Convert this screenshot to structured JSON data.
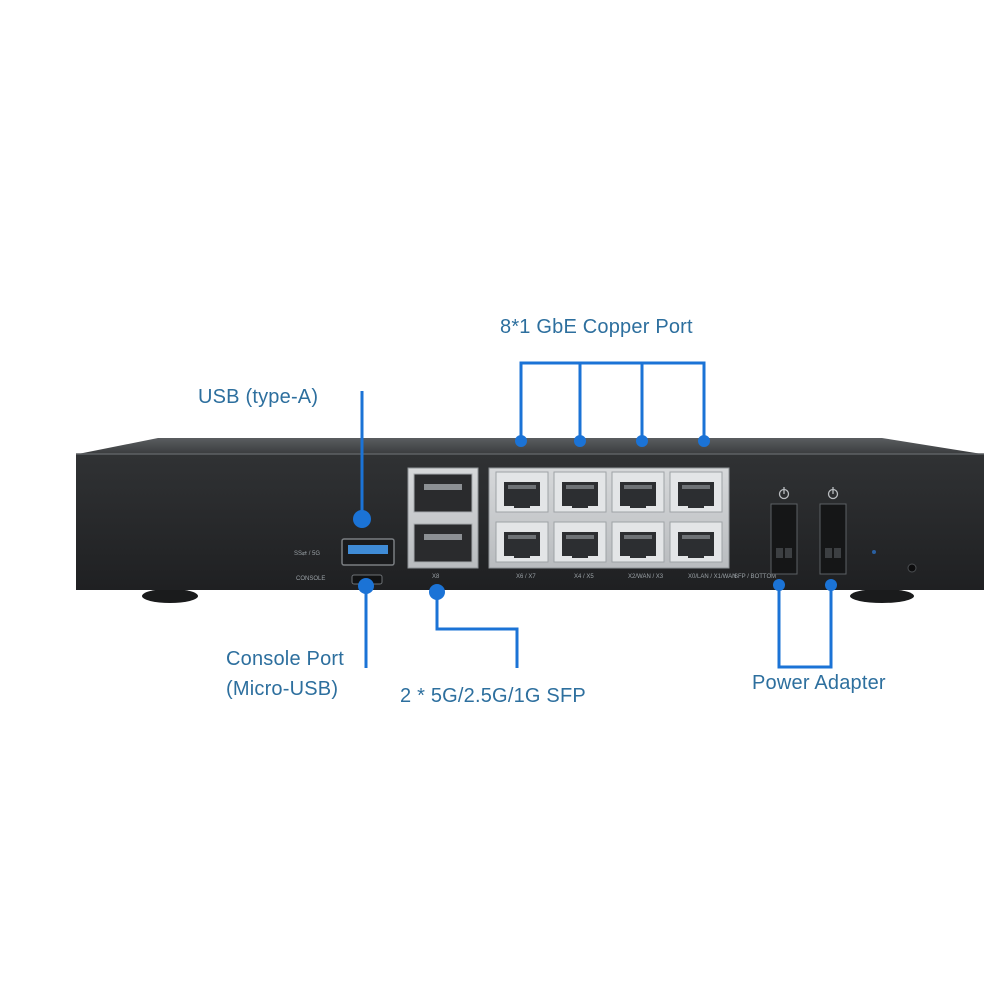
{
  "colors": {
    "callout_text": "#2d6f9e",
    "leader_line": "#1b73d6",
    "chassis": "#2b2d2f",
    "chassis_top": "#4a4d50",
    "port_panel": "#c9cbcd"
  },
  "callouts": {
    "copper": "8*1 GbE Copper Port",
    "usb": "USB (type-A)",
    "console_line1": "Console Port",
    "console_line2": "(Micro-USB)",
    "sfp": "2 * 5G/2.5G/1G SFP",
    "power": "Power Adapter"
  },
  "device_labels": {
    "usb_mark": "SS⇄ / 5G",
    "console_mark": "CONSOLE",
    "sfp_mark": "X8",
    "port_col1": "X6 / X7",
    "port_col2": "X4 / X5",
    "port_col3": "X2/WAN / X3",
    "port_col4": "X0/LAN / X1/WAN",
    "sfp_side_mark": "SFP / BOTTOM"
  },
  "icons": {
    "power_inlet_left": "power-symbol-icon",
    "power_inlet_right": "power-symbol-icon"
  }
}
